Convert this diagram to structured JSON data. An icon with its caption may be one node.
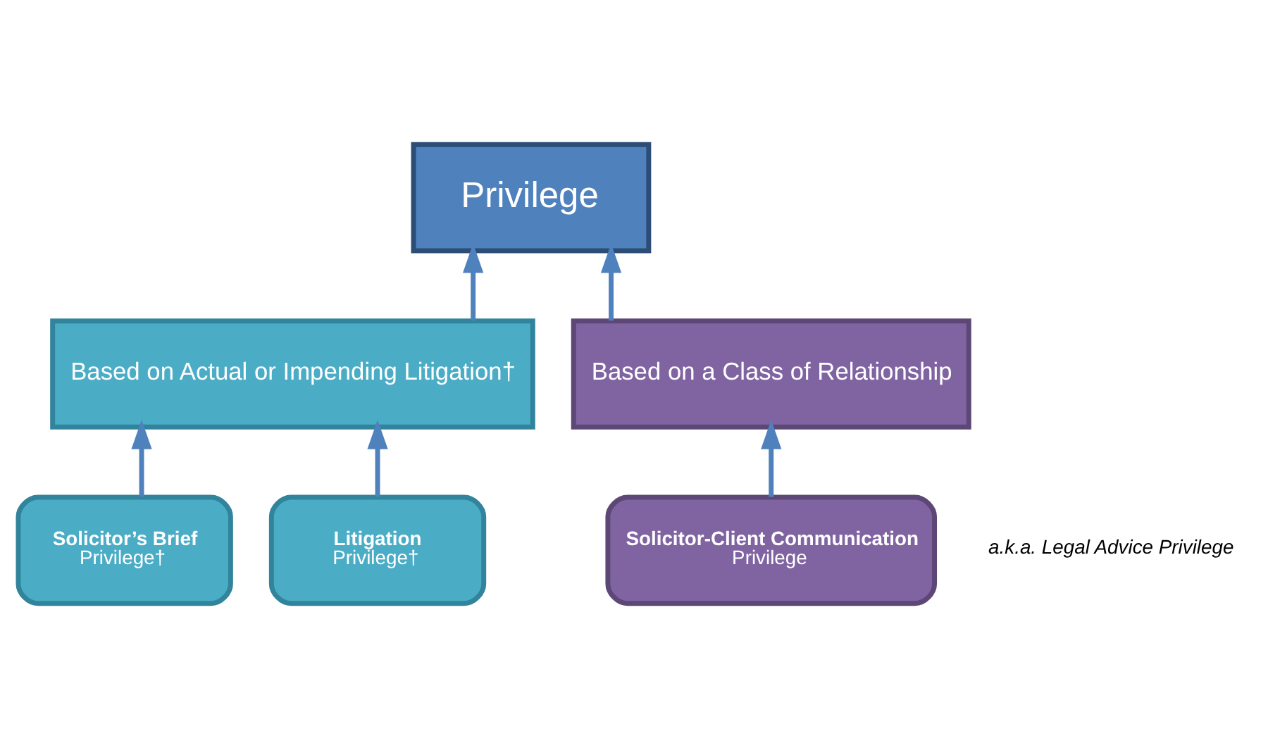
{
  "diagram": {
    "nodes": [
      {
        "text": [
          "Privilege"
        ]
      },
      {
        "text": [
          "Based on Actual or Impending Litigation†"
        ]
      },
      {
        "text": [
          "Based on a Class of Relationship"
        ]
      },
      {
        "text": [
          "Solicitor’s Brief",
          "Privilege†"
        ]
      },
      {
        "text": [
          "Litigation",
          "Privilege†"
        ]
      },
      {
        "text": [
          "Solicitor-Client Communication",
          "Privilege"
        ],
        "beside": [
          "a.k.a. Legal Advice Privilege"
        ]
      }
    ],
    "edges": [
      {
        "from": 1,
        "to": 0,
        "arrow": "to"
      },
      {
        "from": 2,
        "to": 0,
        "arrow": "to"
      },
      {
        "from": 3,
        "to": 1,
        "arrow": "to"
      },
      {
        "from": 4,
        "to": 1,
        "arrow": "to"
      },
      {
        "from": 5,
        "to": 2,
        "arrow": "to"
      }
    ]
  }
}
